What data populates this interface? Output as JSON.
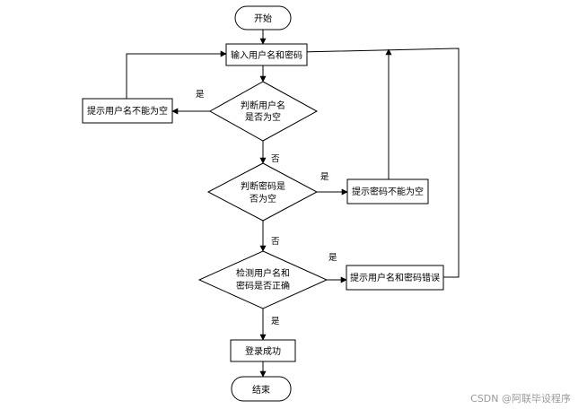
{
  "nodes": {
    "start": "开始",
    "input": "输入用户名和密码",
    "check_user_l1": "判断用户名",
    "check_user_l2": "是否为空",
    "msg_user_empty": "提示用户名不能为空",
    "check_pwd_l1": "判断密码是",
    "check_pwd_l2": "否为空",
    "msg_pwd_empty": "提示密码不能为空",
    "verify_l1": "检测用户名和",
    "verify_l2": "密码是否正确",
    "msg_wrong": "提示用户名和密码错误",
    "login_ok": "登录成功",
    "end": "结束"
  },
  "edges": {
    "yes_user": "是",
    "no_user": "否",
    "yes_pwd": "是",
    "no_pwd": "否",
    "wrong": "是",
    "correct": "是"
  },
  "watermark": "CSDN @阿联毕设程序"
}
